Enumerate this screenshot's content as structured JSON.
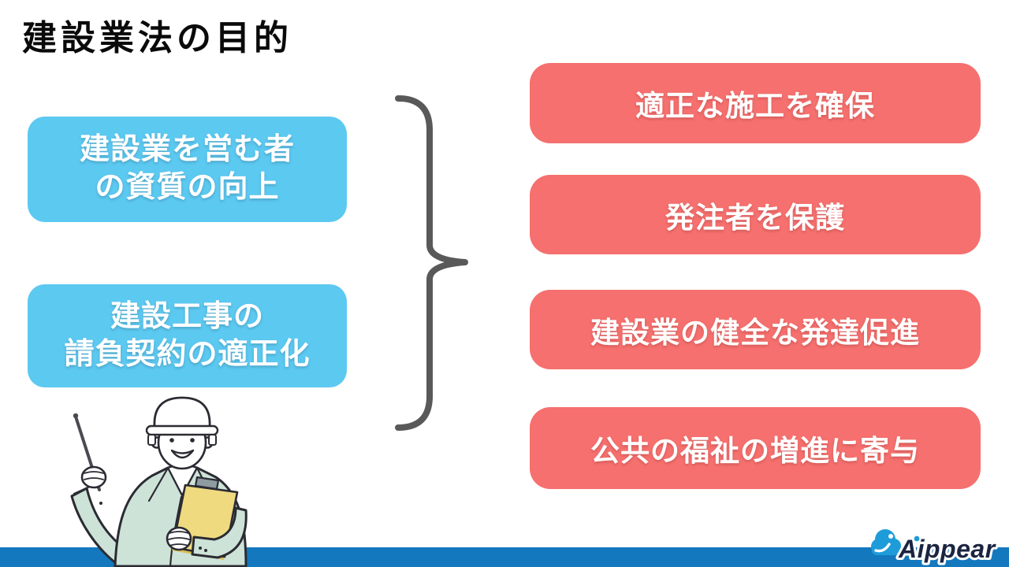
{
  "slide": {
    "title": "建設業法の目的"
  },
  "left_boxes": [
    {
      "line1": "建設業を営む者",
      "line2": "の資質の向上"
    },
    {
      "line1": "建設工事の",
      "line2": "請負契約の適正化"
    }
  ],
  "right_boxes": [
    {
      "label": "適正な施工を確保"
    },
    {
      "label": "発注者を保護"
    },
    {
      "label": "建設業の健全な発達促進"
    },
    {
      "label": "公共の福祉の増進に寄与"
    }
  ],
  "logo": {
    "text": "Aippear"
  },
  "illustration": {
    "alt": "construction worker with white helmet holding pointer stick and clipboard"
  },
  "colors": {
    "title_text": "#0a0a0a",
    "left_box": "#5cc9f1",
    "right_box": "#f5706e",
    "box_text": "#ffffff",
    "brace": "#595959",
    "footer_bar": "#1478be",
    "logo_text": "#1b2440",
    "logo_cloud": "#1e9cd9"
  }
}
